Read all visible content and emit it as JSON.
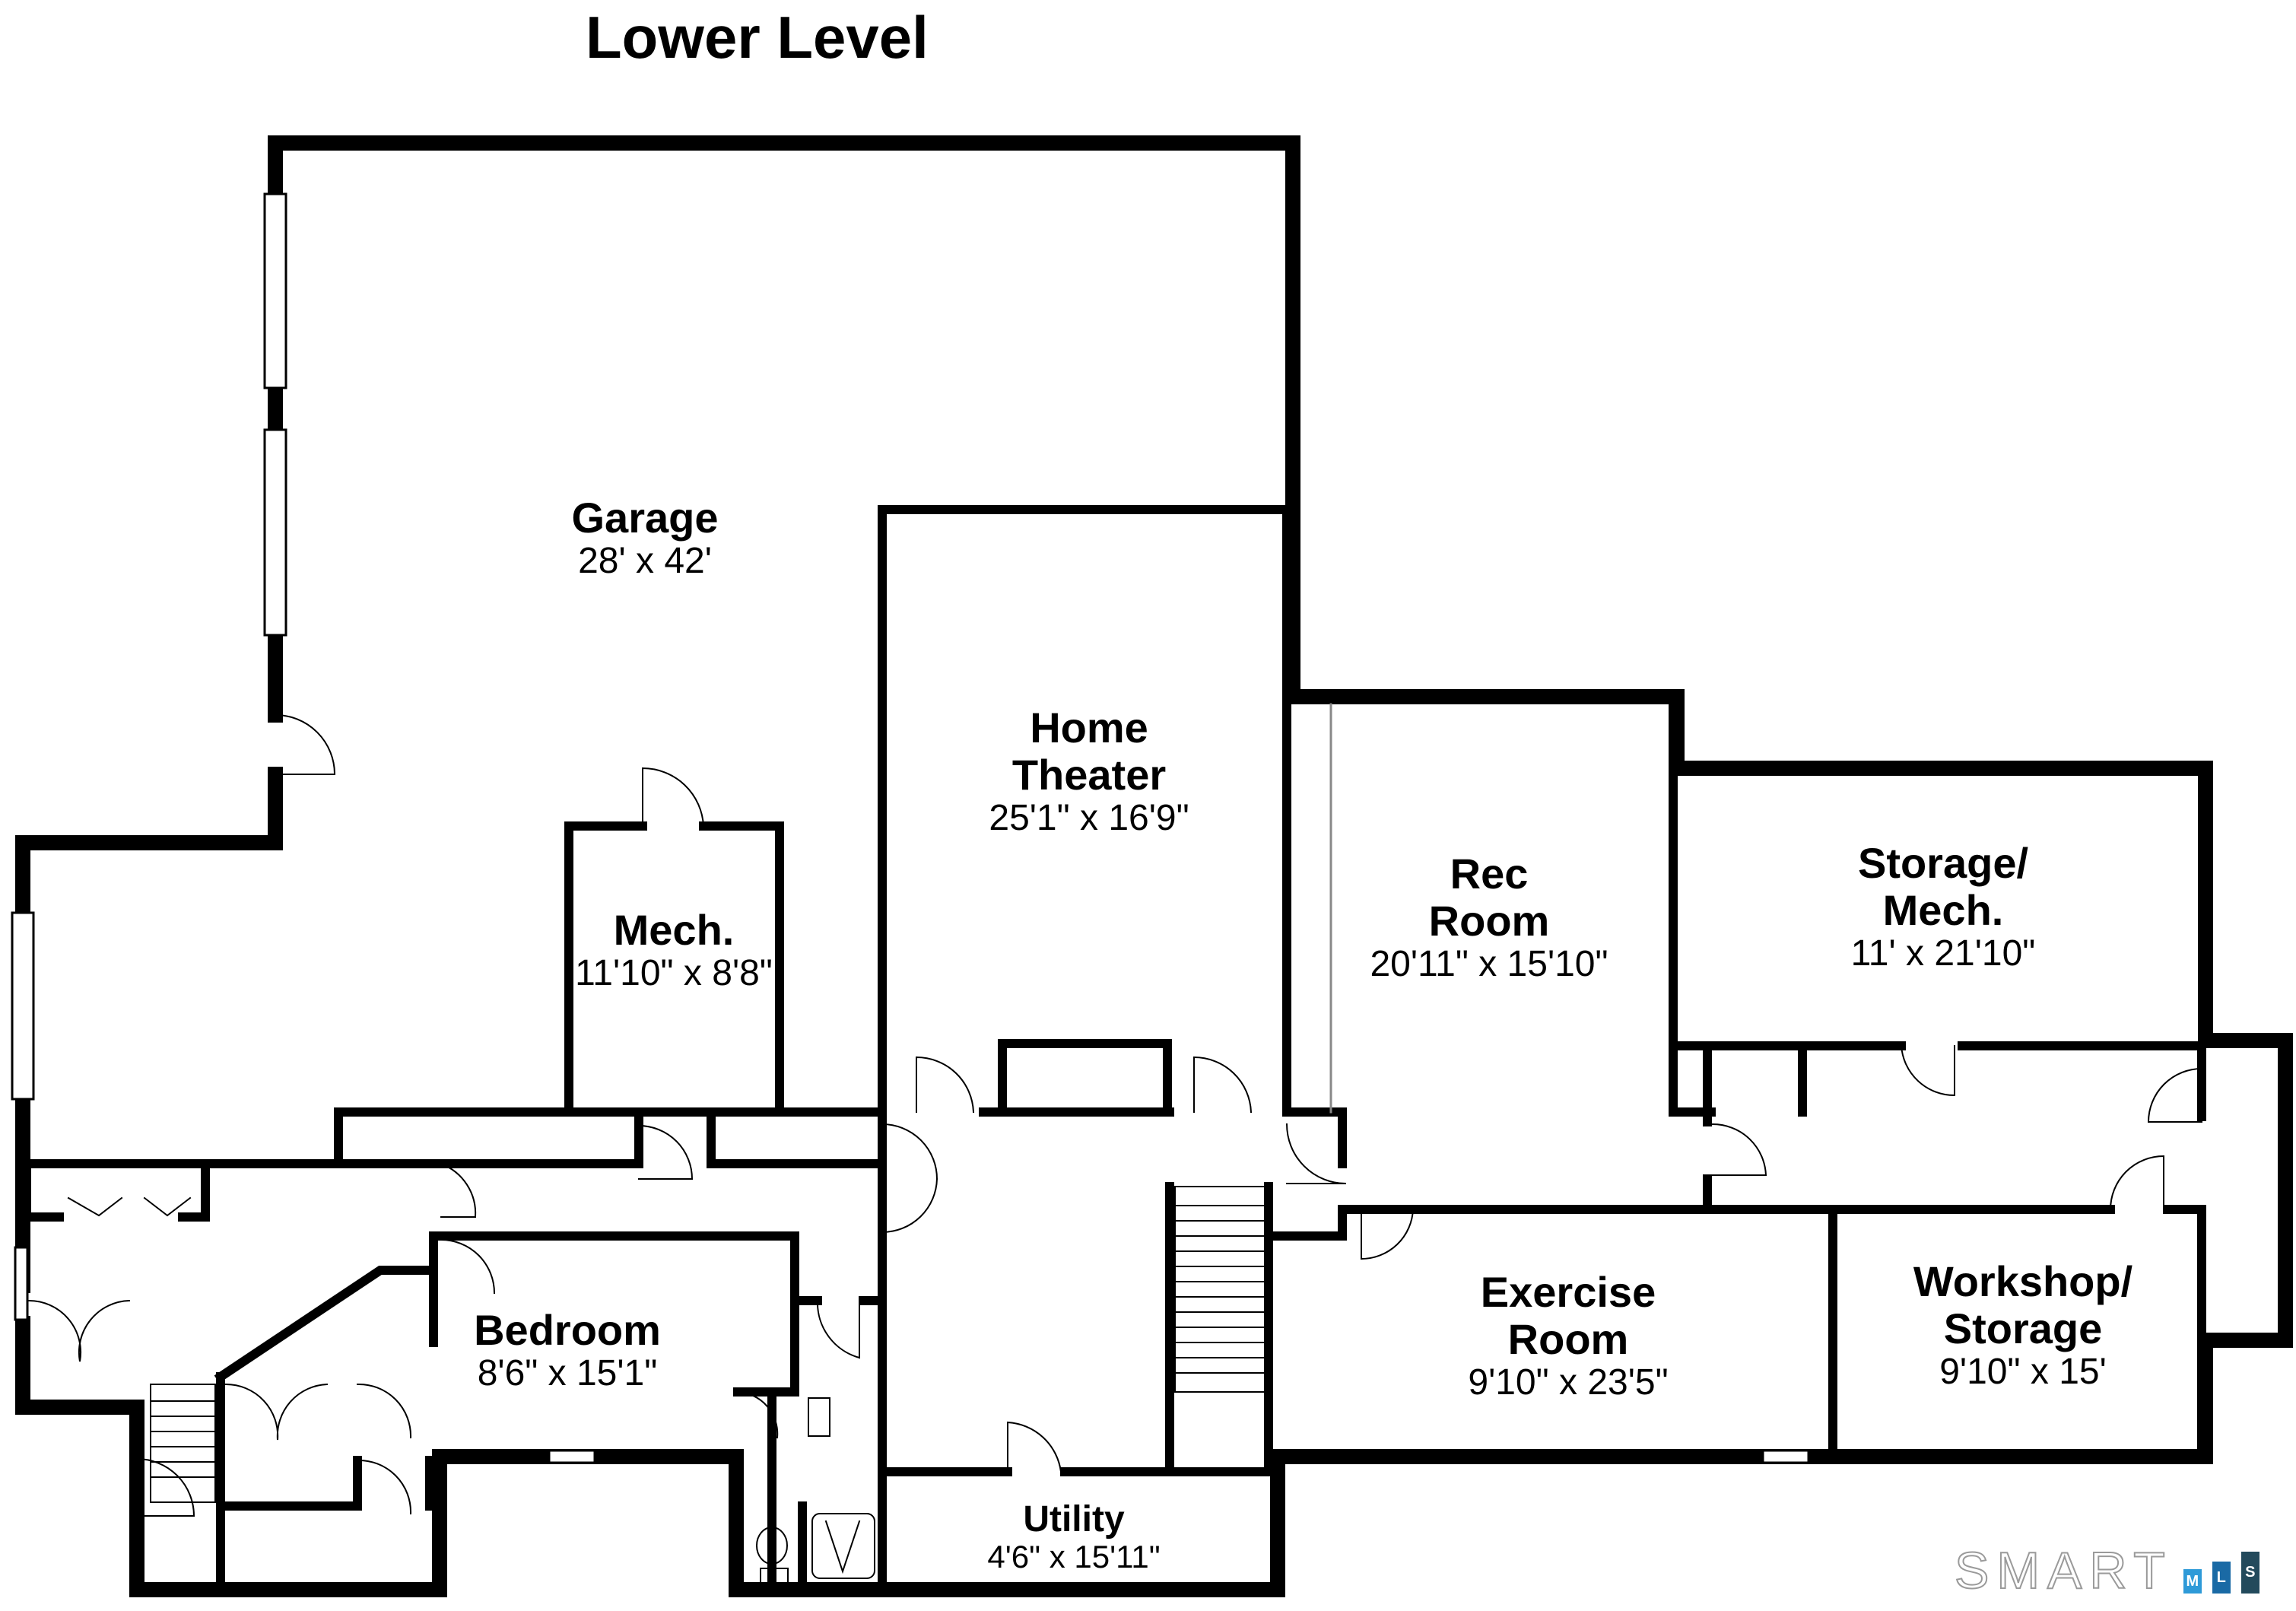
{
  "title": "Lower Level",
  "rooms": {
    "garage": {
      "name": "Garage",
      "dims": "28' x 42'"
    },
    "home_theater": {
      "name": "Home\nTheater",
      "dims": "25'1\" x 16'9\""
    },
    "mech": {
      "name": "Mech.",
      "dims": "11'10\" x 8'8\""
    },
    "rec_room": {
      "name": "Rec\nRoom",
      "dims": "20'11\" x 15'10\""
    },
    "storage_mech": {
      "name": "Storage/\nMech.",
      "dims": "11' x 21'10\""
    },
    "bedroom": {
      "name": "Bedroom",
      "dims": "8'6\" x 15'1\""
    },
    "exercise_room": {
      "name": "Exercise\nRoom",
      "dims": "9'10\" x 23'5\""
    },
    "workshop_storage": {
      "name": "Workshop/\nStorage",
      "dims": "9'10\" x 15'"
    },
    "utility": {
      "name": "Utility",
      "dims": "4'6\" x 15'11\""
    }
  },
  "logo": {
    "word": "SMART",
    "letters": [
      "M",
      "L",
      "S"
    ],
    "colors": [
      "#2e9ad8",
      "#1a6aa5",
      "#234a5c"
    ]
  }
}
